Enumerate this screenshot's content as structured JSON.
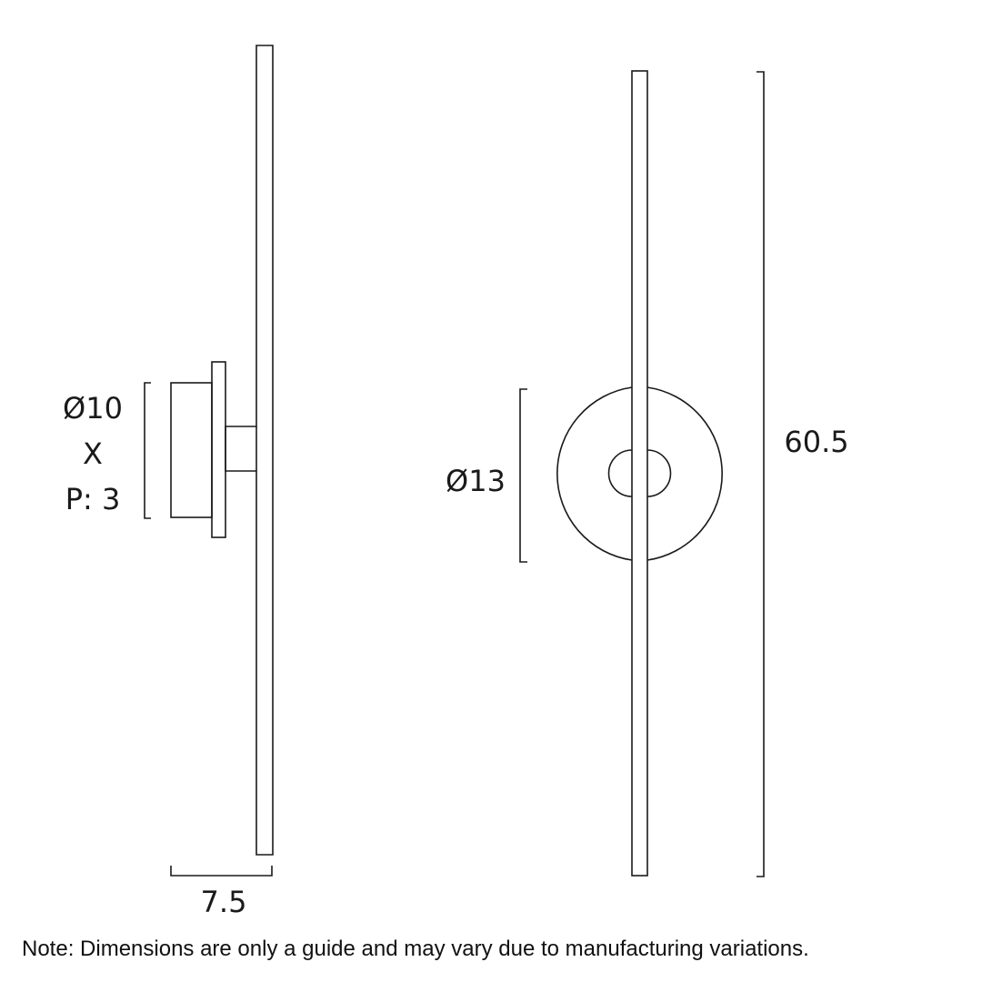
{
  "side_view": {
    "diameter_label": "Ø10",
    "x_label": "X",
    "projection_label": "P: 3",
    "depth_label": "7.5"
  },
  "front_view": {
    "plate_diameter_label": "Ø13",
    "height_label": "60.5"
  },
  "note": "Note: Dimensions are only a guide and may vary due to manufacturing variations.",
  "colors": {
    "line": "#1a1a1a",
    "background": "#ffffff"
  }
}
